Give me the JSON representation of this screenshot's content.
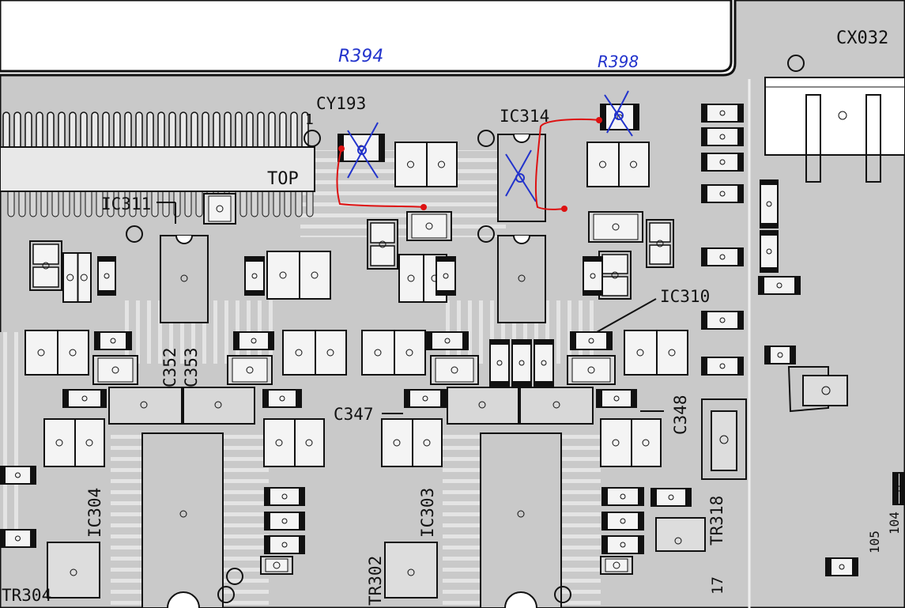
{
  "header": {
    "board_id": "CX032",
    "board_side": "TOP",
    "pin_one_marker": "1"
  },
  "annotations": {
    "handwritten": [
      "R394",
      "R398"
    ],
    "colors": {
      "ink_blue": "#2233cc",
      "ink_red": "#dd1111",
      "board": "#c9c9c9",
      "trace": "#e6e6e6",
      "pad": "#f4f4f4"
    }
  },
  "designators": {
    "cy193": "CY193",
    "ic314": "IC314",
    "ic311": "IC311",
    "ic310": "IC310",
    "c352": "C352",
    "c353": "C353",
    "c347": "C347",
    "c348": "C348",
    "ic304": "IC304",
    "ic303": "IC303",
    "tr302": "TR302",
    "tr304": "TR304",
    "tr318": "TR318",
    "d17": "17",
    "d105": "105",
    "d104": "104"
  },
  "icons": [
    "chip-icon",
    "capacitor-icon",
    "resistor-icon",
    "transistor-icon",
    "cross-out-mark-icon"
  ]
}
